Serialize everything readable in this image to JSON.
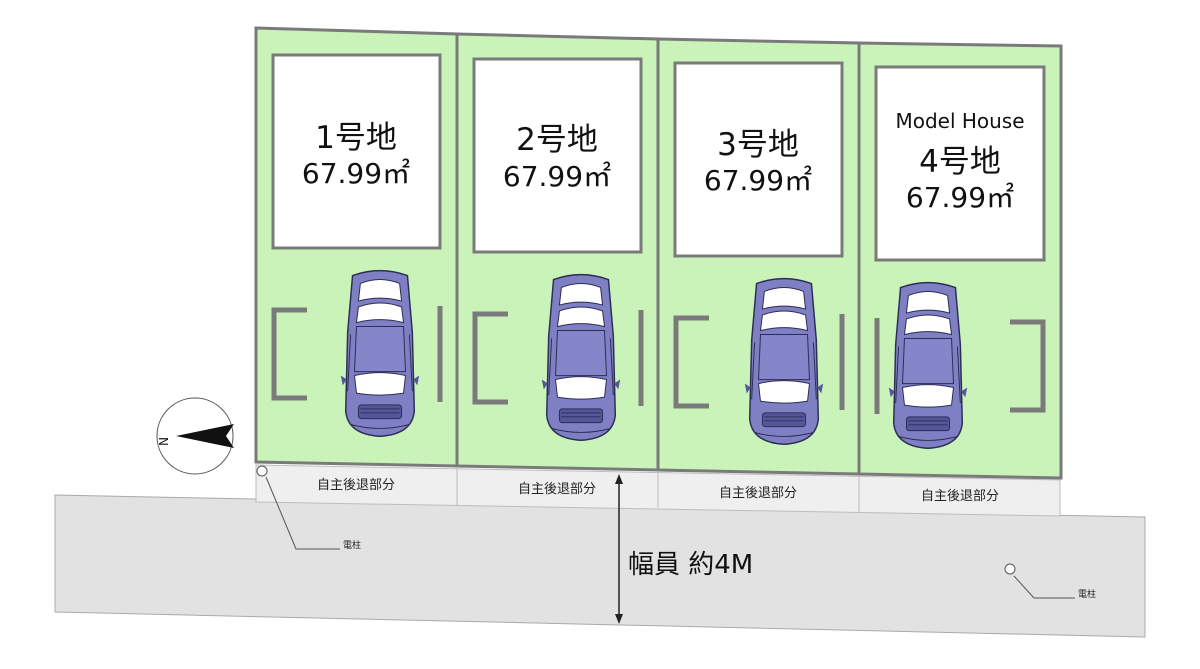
{
  "lots": [
    {
      "name": "1号地",
      "area": "67.99㎡",
      "extra": ""
    },
    {
      "name": "2号地",
      "area": "67.99㎡",
      "extra": ""
    },
    {
      "name": "3号地",
      "area": "67.99㎡",
      "extra": ""
    },
    {
      "name": "4号地",
      "area": "67.99㎡",
      "extra": "Model House"
    }
  ],
  "setback_label": "自主後退部分",
  "road_label": "幅員 約4M",
  "pole_label": "電柱",
  "compass_label": "N",
  "colors": {
    "lot_fill": "#c9f3b8",
    "lot_border": "#7a7a7a",
    "road": "#e2e2e2",
    "setback": "#efefef",
    "car_body": "#7f7fc4",
    "car_dark": "#333366"
  }
}
